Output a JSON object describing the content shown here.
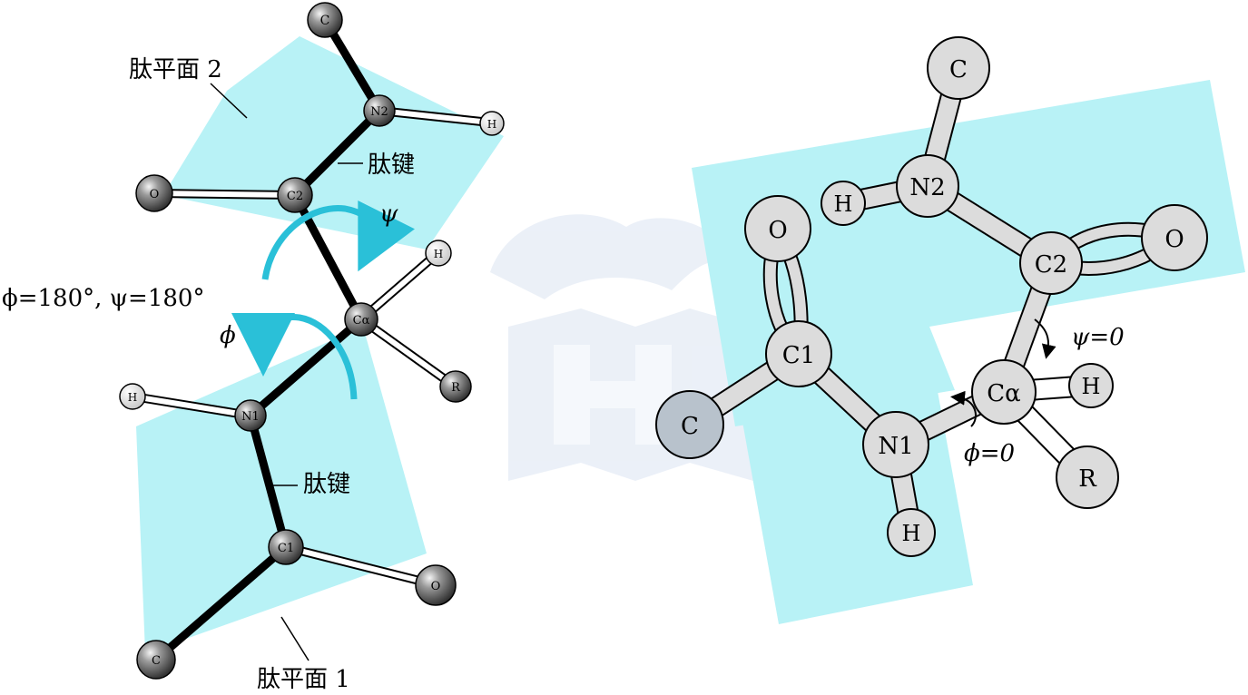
{
  "left": {
    "plane1_label": "肽平面 1",
    "plane2_label": "肽平面 2",
    "bond_label_top": "肽键",
    "bond_label_bottom": "肽键",
    "angles_label": "ϕ=180°, ψ=180°",
    "phi": "ϕ",
    "psi": "ψ",
    "atoms": {
      "c_top": "C",
      "n2": "N2",
      "h_n2": "H",
      "o_c2": "O",
      "c2": "C2",
      "h_ca": "H",
      "ca": "Cα",
      "r": "R",
      "h_n1": "H",
      "n1": "N1",
      "c1": "C1",
      "o_c1": "O",
      "c_bottom": "C"
    }
  },
  "right": {
    "psi_label": "ψ=0",
    "phi_label": "ϕ=0",
    "atoms": {
      "c_top": "C",
      "n2": "N2",
      "h_n2": "H",
      "c2": "C2",
      "o_c2": "O",
      "o_c1": "O",
      "c1": "C1",
      "c_left": "C",
      "n1": "N1",
      "h_n1": "H",
      "ca": "Cα",
      "h_ca": "H",
      "r": "R"
    }
  },
  "colors": {
    "plane": "#b8f2f6",
    "arrow": "#2ac0d8",
    "dark_atom": "#555555",
    "light_atom": "#dcdcdc",
    "watermark": "#dbe4f2"
  }
}
